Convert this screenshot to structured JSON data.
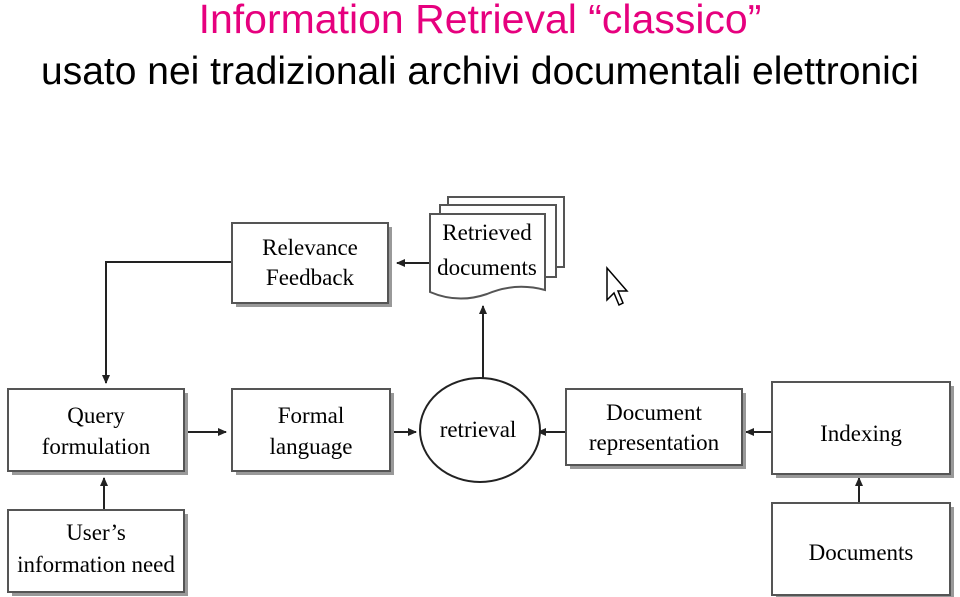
{
  "title": {
    "line1": "Information Retrieval “classico”",
    "line2": "usato nei tradizionali archivi documentali elettronici"
  },
  "nodes": {
    "relevance_feedback": [
      "Relevance",
      "Feedback"
    ],
    "retrieved_documents": [
      "Retrieved",
      "documents"
    ],
    "query_formulation": [
      "Query",
      "formulation"
    ],
    "formal_language": [
      "Formal",
      "language"
    ],
    "retrieval": [
      "retrieval"
    ],
    "document_representation": [
      "Document",
      "representation"
    ],
    "indexing": [
      "Indexing"
    ],
    "users_information_need": [
      "User’s",
      "information need"
    ],
    "documents": [
      "Documents"
    ]
  },
  "colors": {
    "title": "#e6007e"
  }
}
